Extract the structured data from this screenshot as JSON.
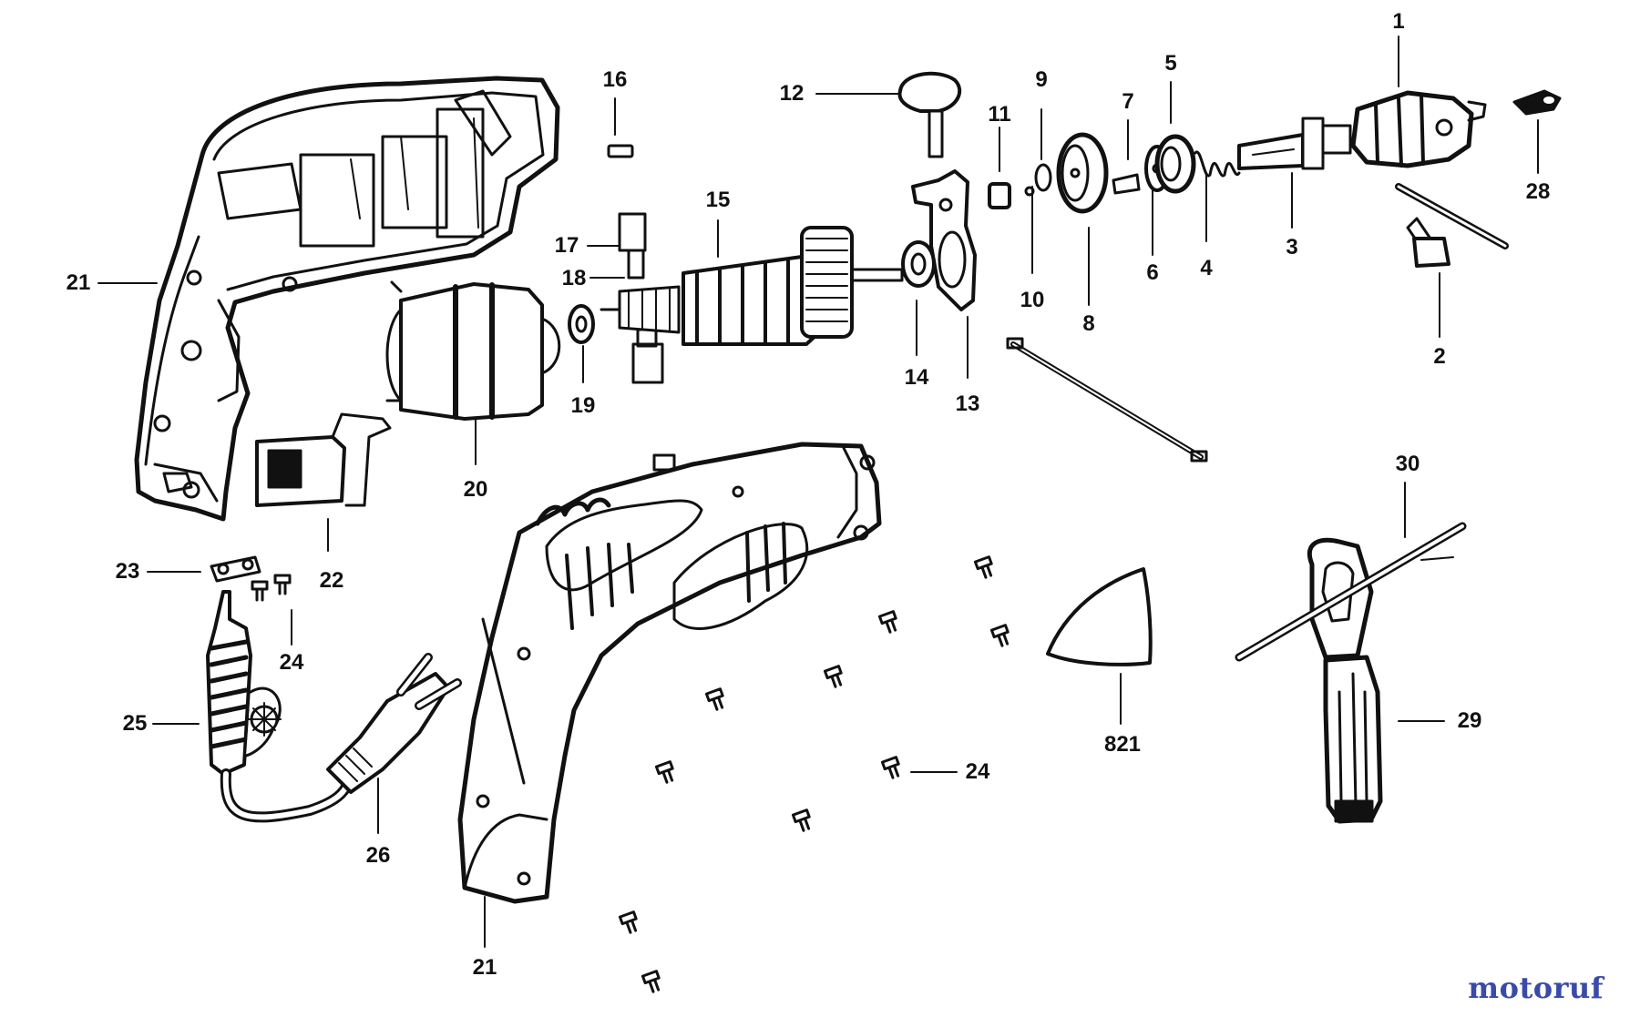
{
  "labels": {
    "p1": "1",
    "p2": "2",
    "p3": "3",
    "p4": "4",
    "p5": "5",
    "p6": "6",
    "p7": "7",
    "p8": "8",
    "p9": "9",
    "p10": "10",
    "p11": "11",
    "p12": "12",
    "p13": "13",
    "p14": "14",
    "p15": "15",
    "p16": "16",
    "p17": "17",
    "p18": "18",
    "p19": "19",
    "p20": "20",
    "p21a": "21",
    "p21b": "21",
    "p22": "22",
    "p23": "23",
    "p24a": "24",
    "p24b": "24",
    "p25": "25",
    "p26": "26",
    "p28": "28",
    "p29": "29",
    "p30": "30",
    "p821": "821"
  },
  "watermark": {
    "text": "motoruf"
  },
  "colors": {
    "ink": "#111111",
    "paper": "#ffffff",
    "watermark": "#3a4aa8"
  }
}
